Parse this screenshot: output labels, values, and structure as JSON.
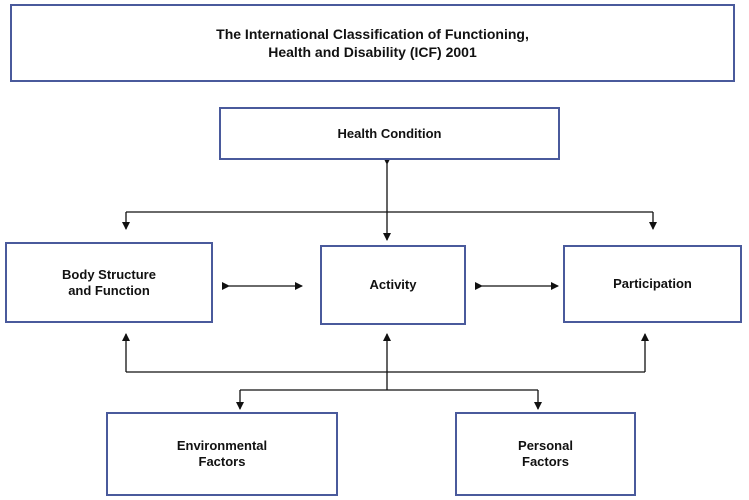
{
  "title": "The International Classification  of Functioning,\nHealth and Disability  (ICF) 2001",
  "nodes": {
    "health_condition": "Health Condition",
    "body_structure": "Body Structure\nand Function",
    "activity": "Activity",
    "participation": "Participation",
    "environmental_factors": "Environmental\nFactors",
    "personal_factors": "Personal\nFactors"
  },
  "colors": {
    "box_border": "#4a5a9c",
    "line": "#111111"
  }
}
